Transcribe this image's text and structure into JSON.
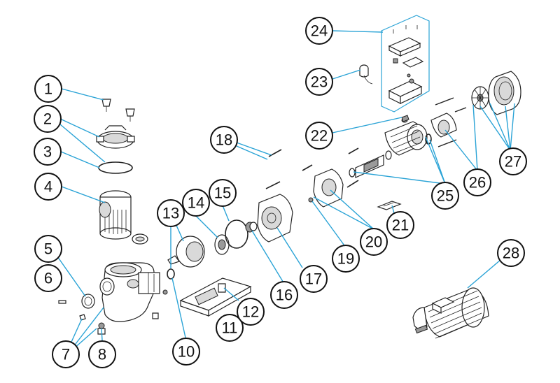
{
  "diagram": {
    "callouts": [
      {
        "id": "1",
        "label": "1"
      },
      {
        "id": "2",
        "label": "2"
      },
      {
        "id": "3",
        "label": "3"
      },
      {
        "id": "4",
        "label": "4"
      },
      {
        "id": "5",
        "label": "5"
      },
      {
        "id": "6",
        "label": "6"
      },
      {
        "id": "7",
        "label": "7"
      },
      {
        "id": "8",
        "label": "8"
      },
      {
        "id": "10",
        "label": "10"
      },
      {
        "id": "11",
        "label": "11"
      },
      {
        "id": "12",
        "label": "12"
      },
      {
        "id": "13",
        "label": "13"
      },
      {
        "id": "14",
        "label": "14"
      },
      {
        "id": "15",
        "label": "15"
      },
      {
        "id": "16",
        "label": "16"
      },
      {
        "id": "17",
        "label": "17"
      },
      {
        "id": "18",
        "label": "18"
      },
      {
        "id": "19",
        "label": "19"
      },
      {
        "id": "20",
        "label": "20"
      },
      {
        "id": "21",
        "label": "21"
      },
      {
        "id": "22",
        "label": "22"
      },
      {
        "id": "23",
        "label": "23"
      },
      {
        "id": "24",
        "label": "24"
      },
      {
        "id": "25",
        "label": "25"
      },
      {
        "id": "26",
        "label": "26"
      },
      {
        "id": "27",
        "label": "27"
      },
      {
        "id": "28",
        "label": "28"
      }
    ],
    "colors": {
      "leader": "#2aa3d6",
      "outline": "#222222",
      "background": "#ffffff"
    }
  }
}
